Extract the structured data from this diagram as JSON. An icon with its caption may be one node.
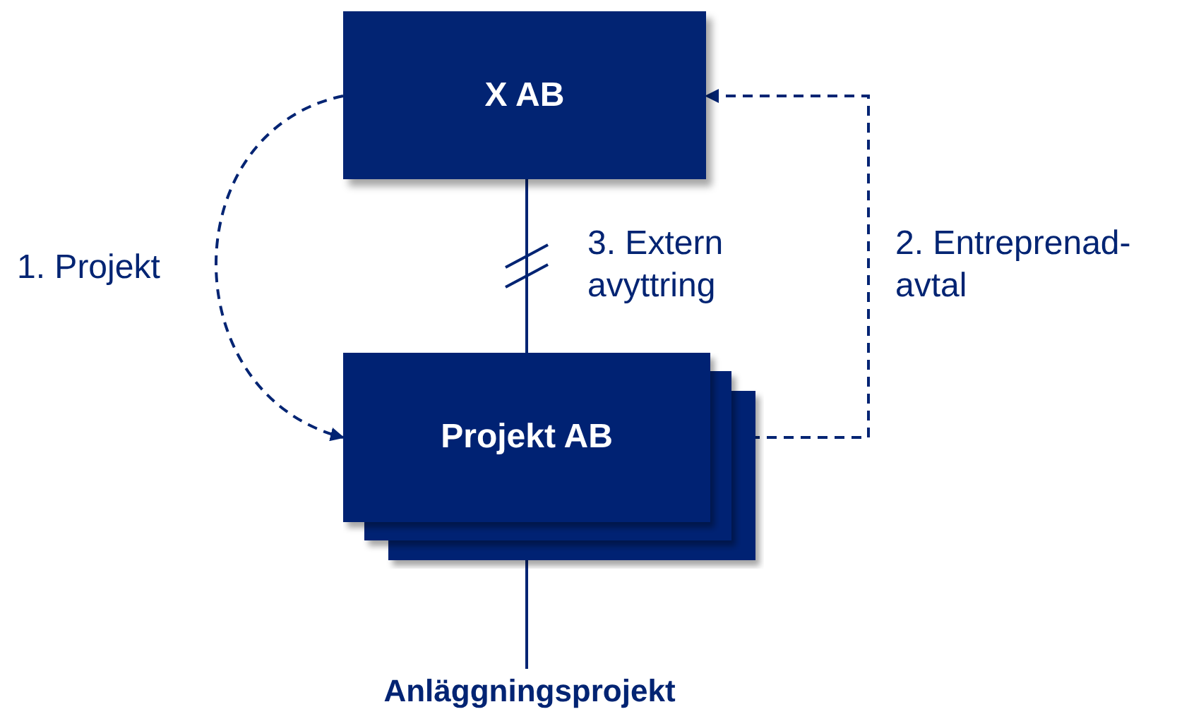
{
  "diagram": {
    "nodes": [
      {
        "text": [
          "X AB"
        ]
      },
      {
        "text": [
          "Projekt AB"
        ]
      },
      {
        "text": [
          "Anläggningsprojekt"
        ]
      }
    ],
    "edges": [
      {
        "from": 0,
        "to": 1,
        "arrow": "to",
        "style": "dashed",
        "label": "1. Projekt"
      },
      {
        "from": 1,
        "to": 0,
        "arrow": "both",
        "style": "dashed",
        "label": "2. Entreprenad-avtal"
      },
      {
        "from": 0,
        "to": 1,
        "arrow": "none",
        "label": "3. Extern avyttring"
      },
      {
        "from": 1,
        "to": 2,
        "arrow": "none"
      }
    ]
  }
}
